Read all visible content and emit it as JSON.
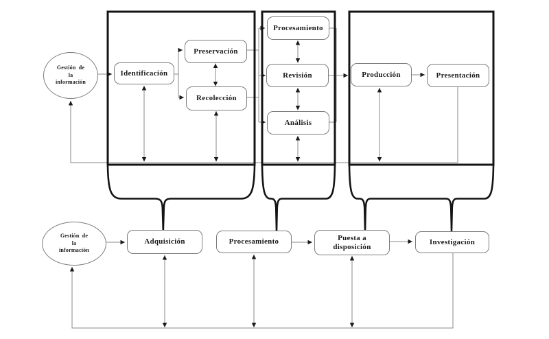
{
  "diagram": {
    "top_row": {
      "source": {
        "label": "Gestión de la información"
      },
      "stage1": {
        "identificacion": "Identificación",
        "preservacion": "Preservación",
        "recoleccion": "Recolección"
      },
      "stage2": {
        "procesamiento": "Procesamiento",
        "revision": "Revisión",
        "analisis": "Análisis"
      },
      "stage3": {
        "produccion": "Producción",
        "presentacion": "Presentación"
      }
    },
    "bottom_row": {
      "source": {
        "label": "Gestión de la información"
      },
      "adquisicion": "Adquisición",
      "procesamiento": "Procesamiento",
      "puesta_a_disposicion": "Puesta a disposición",
      "investigacion": "Investigación"
    },
    "colors": {
      "thick_line": "#141414",
      "thin_line": "#8a8a8a",
      "node_border": "#7c7c7c",
      "arrowhead": "#1a1a1a",
      "text": "#1b1b1b",
      "background": "#ffffff"
    }
  }
}
